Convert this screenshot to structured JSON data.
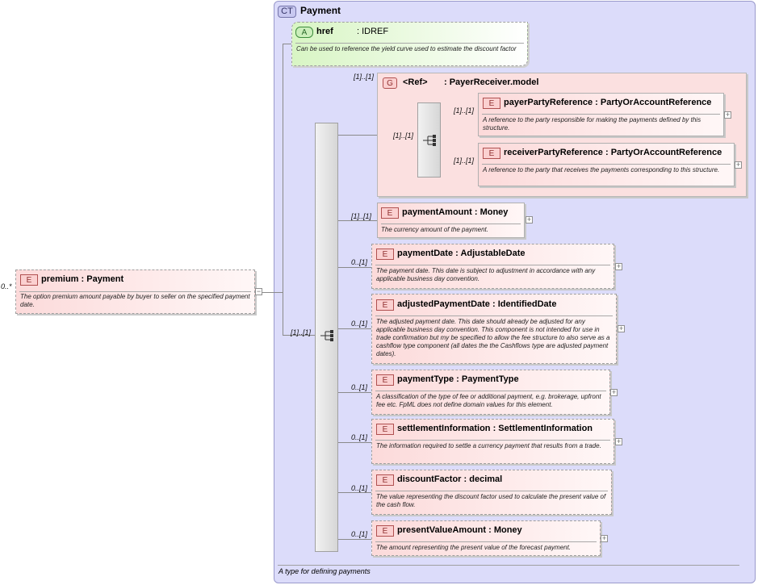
{
  "root": {
    "tag": "E",
    "name": "premium",
    "type": "Payment",
    "cardinality": "0..*",
    "doc": "The option premium amount payable by buyer to seller on the specified payment date."
  },
  "complex_type": {
    "tag": "CT",
    "name": "Payment",
    "doc": "A type for defining payments"
  },
  "attribute": {
    "tag": "A",
    "name": "href",
    "type": ": IDREF",
    "doc": "Can be used to reference the yield curve used to estimate the discount factor"
  },
  "sequence": {
    "cardinality": "[1]..[1]"
  },
  "group": {
    "tag": "G",
    "ref": "<Ref>",
    "name": ": PayerReceiver.model",
    "cardinality": "[1]..[1]",
    "inner_sequence_cardinality": "[1]..[1]",
    "elements": [
      {
        "tag": "E",
        "name": "payerPartyReference",
        "type": ": PartyOrAccountReference",
        "cardinality": "[1]..[1]",
        "doc": "A reference to the party responsible for making the payments defined by this structure."
      },
      {
        "tag": "E",
        "name": "receiverPartyReference",
        "type": ": PartyOrAccountReference",
        "cardinality": "[1]..[1]",
        "doc": "A reference to the party that receives the payments corresponding to this structure."
      }
    ]
  },
  "elements": [
    {
      "tag": "E",
      "name": "paymentAmount",
      "type": ": Money",
      "cardinality": "[1]..[1]",
      "doc": "The currency amount of the payment."
    },
    {
      "tag": "E",
      "name": "paymentDate",
      "type": ": AdjustableDate",
      "cardinality": "0..[1]",
      "doc": "The payment date. This date is subject to adjustment in accordance with any applicable business day convention."
    },
    {
      "tag": "E",
      "name": "adjustedPaymentDate",
      "type": ": IdentifiedDate",
      "cardinality": "0..[1]",
      "doc": "The adjusted payment date. This date should already be adjusted for any applicable business day convention. This component is not intended for use in trade confirmation but my be specified to allow the fee structure to also serve as a cashflow type component (all dates the the Cashflows type are adjusted payment dates)."
    },
    {
      "tag": "E",
      "name": "paymentType",
      "type": ": PaymentType",
      "cardinality": "0..[1]",
      "doc": "A classification of the type of fee or additional payment, e.g. brokerage, upfront fee etc. FpML does not define domain values for this element."
    },
    {
      "tag": "E",
      "name": "settlementInformation",
      "type": ": SettlementInformation",
      "cardinality": "0..[1]",
      "doc": "The information required to settle a currency payment that results from a trade."
    },
    {
      "tag": "E",
      "name": "discountFactor",
      "type": ": decimal",
      "cardinality": "0..[1]",
      "doc": "The value representing the discount factor used to calculate the present value of the cash flow."
    },
    {
      "tag": "E",
      "name": "presentValueAmount",
      "type": ": Money",
      "cardinality": "0..[1]",
      "doc": "The amount representing the present value of the forecast payment."
    }
  ],
  "expand_symbol": "+",
  "collapse_symbol": "−"
}
